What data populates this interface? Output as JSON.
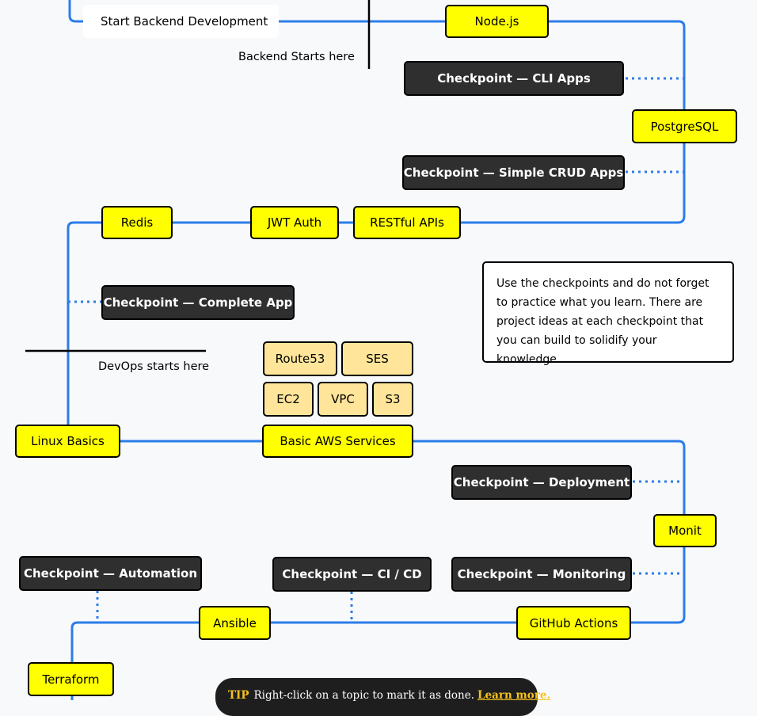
{
  "colors": {
    "line": "#2b7de9",
    "yellow": "#ffff00",
    "light": "#ffe599",
    "dark": "#2f2f2f",
    "background": "#f8f9fb"
  },
  "labels": {
    "start_backend": "Start Backend Development",
    "backend_starts": "Backend Starts here",
    "devops_starts": "DevOps starts here"
  },
  "nodes": {
    "nodejs": "Node.js",
    "postgresql": "PostgreSQL",
    "restful_apis": "RESTful APIs",
    "jwt_auth": "JWT Auth",
    "redis": "Redis",
    "linux_basics": "Linux Basics",
    "basic_aws": "Basic AWS Services",
    "route53": "Route53",
    "ses": "SES",
    "ec2": "EC2",
    "vpc": "VPC",
    "s3": "S3",
    "monit": "Monit",
    "github_actions": "GitHub Actions",
    "ansible": "Ansible",
    "terraform": "Terraform"
  },
  "checkpoints": {
    "cli_apps": "Checkpoint — CLI Apps",
    "crud_apps": "Checkpoint — Simple CRUD Apps",
    "complete_app": "Checkpoint — Complete App",
    "deployment": "Checkpoint — Deployment",
    "monitoring": "Checkpoint — Monitoring",
    "ci_cd": "Checkpoint — CI / CD",
    "automation": "Checkpoint — Automation"
  },
  "note": "Use the checkpoints and do not forget to practice what you learn. There are project ideas at each checkpoint that you can build to solidify your knowledge.",
  "tip": {
    "tag": "TIP",
    "text": "Right-click on a topic to mark it as done.",
    "link": "Learn more."
  }
}
